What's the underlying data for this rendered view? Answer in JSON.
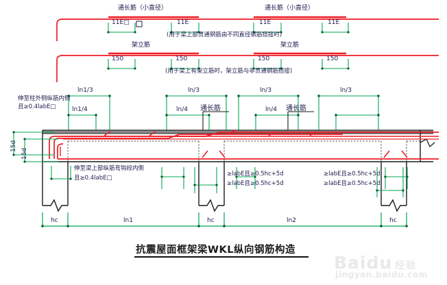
{
  "drawing": {
    "title": "抗震屋面框架梁WKL纵向钢筋构造",
    "watermark": {
      "brand": "Baidu",
      "brand_cn": "经验",
      "url": "jingyan.baidu.com"
    },
    "colors": {
      "rebar_red": "#ee1b24",
      "dimension_green": "#00a651",
      "concrete_gray": "#808080",
      "outline_black": "#1a1a1a",
      "label_navy": "#1b1b4d"
    }
  },
  "detail_top": {
    "note_label_left": "通长筋（小直径）",
    "note_label_right": "通长筋（小直径）",
    "lap_labels": [
      "11E□",
      "11E",
      "11E",
      "11E"
    ],
    "caption": "(用于梁上部贯通钢筋由不同直径钢筋搭接时)"
  },
  "detail_second": {
    "note_label_left": "架立筋",
    "note_label_right": "架立筋",
    "lap_labels": [
      "150",
      "150",
      "150",
      "150"
    ],
    "caption": "(用于梁上有架立筋时，架立筋与非贯通钢筋搭接)"
  },
  "main_section": {
    "top_dimensions": [
      {
        "text": "ln1/3"
      },
      {
        "text": "ln/3"
      },
      {
        "text": "ln/3"
      },
      {
        "text": "ln/3"
      }
    ],
    "second_dimensions": [
      {
        "text": "ln1/4"
      },
      {
        "text": "ln/4"
      },
      {
        "text": "ln/4"
      }
    ],
    "through_bar_labels": [
      "通长筋",
      "通长筋"
    ],
    "left_annotation": {
      "line1": "伸至柱外侧纵筋内侧",
      "line2": "且≥0.4labE□"
    },
    "inner_annotation": {
      "line1": "伸至梁上部纵筋弯钩段内侧",
      "line2": "且≥0.4labE□"
    },
    "lap_annotations_mid": [
      "≥labE且≥0.5hc+5d",
      "≥labE且≥0.5hc+5d"
    ],
    "lap_annotations_right": [
      "≥labE且≥0.5hc+5d",
      "≥labE且≥0.5hc+5d"
    ],
    "hook_dimensions": [
      "15d",
      "15d"
    ],
    "bottom_dimensions": [
      {
        "text": "hc"
      },
      {
        "text": "ln1"
      },
      {
        "text": "hc"
      },
      {
        "text": "ln2"
      },
      {
        "text": "hc"
      }
    ]
  }
}
